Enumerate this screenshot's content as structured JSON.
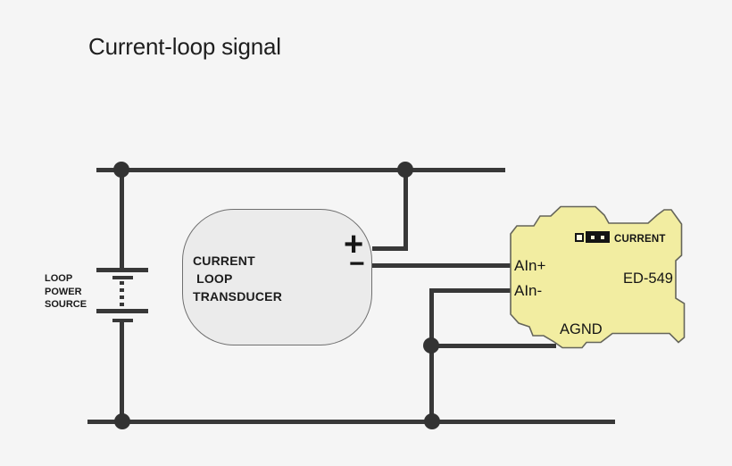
{
  "title": "Current-loop signal",
  "colors": {
    "background": "#f5f5f5",
    "wire": "#383838",
    "module_fill": "#f2eda1",
    "module_stroke": "#65655a",
    "transducer_fill": "#ebebeb"
  },
  "power_source": {
    "line1": "LOOP",
    "line2": "POWER",
    "line3": "SOURCE"
  },
  "transducer": {
    "line1": "CURRENT",
    "line2": " LOOP",
    "line3": "TRANSDUCER",
    "plus": "+",
    "minus": "−"
  },
  "module": {
    "name": "ED-549",
    "jumper_label": "CURRENT",
    "pin_ain_plus": "AIn+",
    "pin_ain_minus": "AIn-",
    "pin_agnd": "AGND"
  }
}
